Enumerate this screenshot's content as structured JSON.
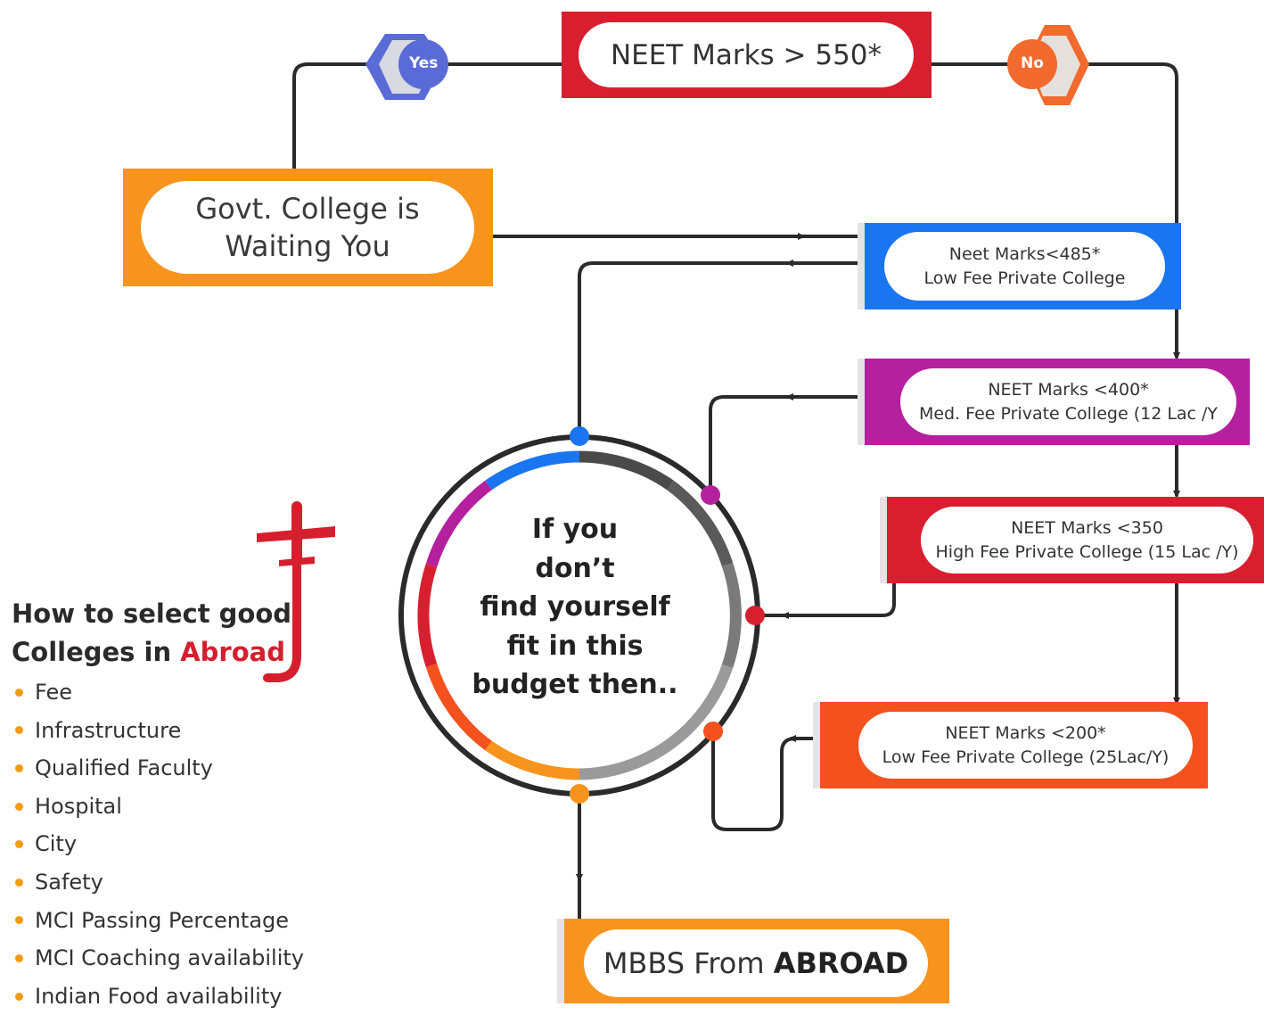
{
  "diagram": {
    "top_decision": "NEET Marks > 550*",
    "yes_label": "Yes",
    "no_label": "No",
    "govt_college": [
      "Govt. College is",
      "Waiting You"
    ],
    "options": [
      {
        "line1": "Neet Marks<485*",
        "line2": "Low Fee Private College",
        "color": "#1a75f0"
      },
      {
        "line1": "NEET Marks <400*",
        "line2": "Med. Fee Private College (12 Lac /Y",
        "color": "#b5209f"
      },
      {
        "line1": "NEET Marks <350",
        "line2": "High Fee Private College (15 Lac /Y)",
        "color": "#d81f2f"
      },
      {
        "line1": "NEET Marks <200*",
        "line2": "Low Fee Private College (25Lac/Y)",
        "color": "#f4511e"
      }
    ],
    "center_text": [
      "If you",
      "don’t",
      "find yourself",
      "fit in this",
      "budget then.."
    ],
    "final": {
      "prefix": "MBBS From ",
      "bold": "ABROAD"
    },
    "side_panel": {
      "title_line1": "How to select good",
      "title_line2_prefix": "Colleges in ",
      "title_line2_accent": "Abroad",
      "criteria": [
        "Fee",
        "Infrastructure",
        "Qualified Faculty",
        "Hospital",
        "City",
        "Safety",
        "MCI Passing Percentage",
        "MCI Coaching availability",
        "Indian Food availability"
      ]
    },
    "colors": {
      "top_box": "#d81f2f",
      "govt_box": "#f7941d",
      "final_box": "#f7941d",
      "yes_badge": "#5a6ad6",
      "no_badge": "#f26a2e",
      "accent": "#d51f2e",
      "bullet": "#f39c12",
      "connector": "#2a2a2a"
    }
  }
}
